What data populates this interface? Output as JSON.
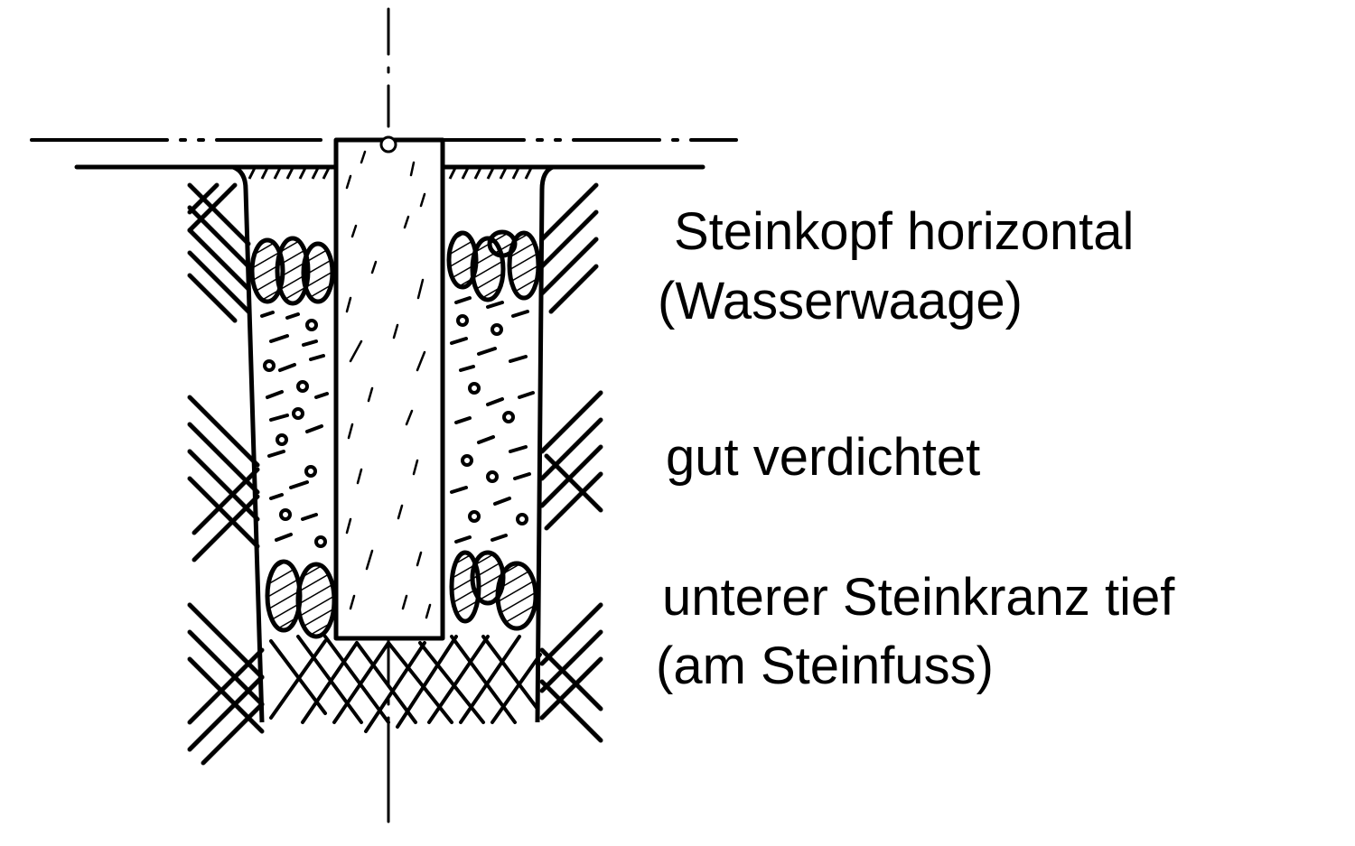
{
  "labels": {
    "stone_head_line1": "Steinkopf horizontal",
    "stone_head_line2": "(Wasserwaage)",
    "compacted": "gut verdichtet",
    "lower_ring_line1": "unterer Steinkranz tief",
    "lower_ring_line2": "(am Steinfuss)"
  },
  "colors": {
    "ink": "#000000",
    "background": "#ffffff"
  }
}
